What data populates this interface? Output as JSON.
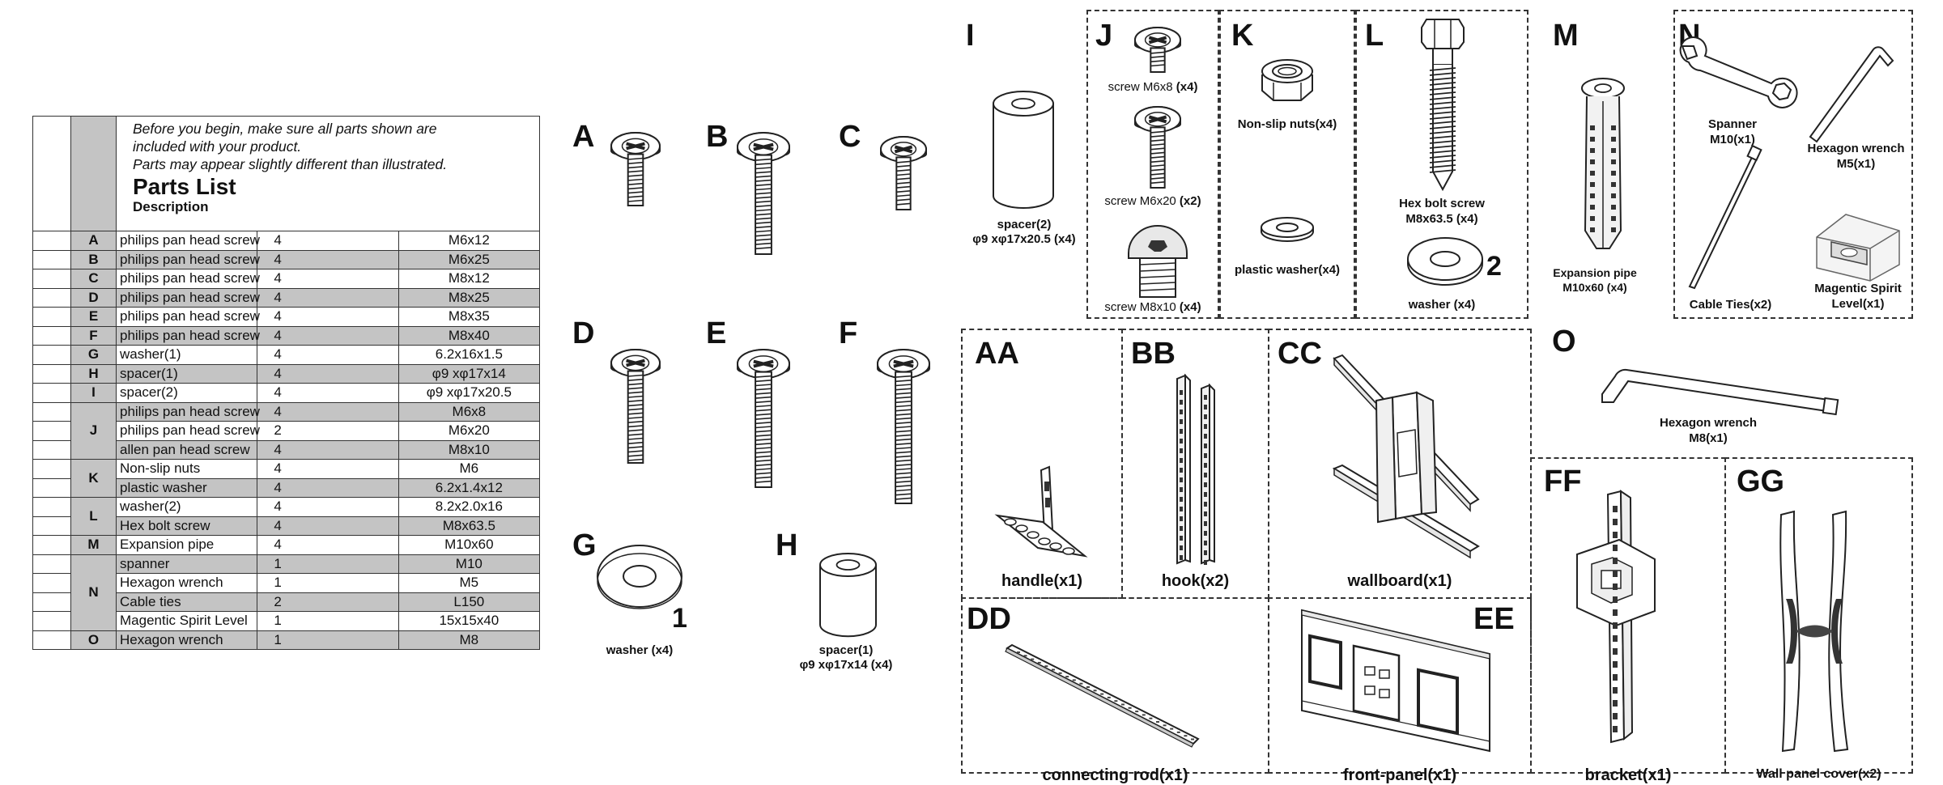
{
  "parts_list": {
    "intro_line1": "Before you begin, make sure all parts shown are",
    "intro_line2": "included with your product.",
    "intro_line3": "Parts may appear slightly different than illustrated.",
    "title": "Parts List",
    "subtitle": "Description",
    "rows": [
      {
        "group": "A",
        "desc": "philips pan head screw",
        "qty": "4",
        "spec": "M6x12"
      },
      {
        "group": "B",
        "desc": "philips pan head screw",
        "qty": "4",
        "spec": "M6x25"
      },
      {
        "group": "C",
        "desc": "philips pan head screw",
        "qty": "4",
        "spec": "M8x12"
      },
      {
        "group": "D",
        "desc": "philips pan head screw",
        "qty": "4",
        "spec": "M8x25"
      },
      {
        "group": "E",
        "desc": "philips pan head screw",
        "qty": "4",
        "spec": "M8x35"
      },
      {
        "group": "F",
        "desc": "philips pan head screw",
        "qty": "4",
        "spec": "M8x40"
      },
      {
        "group": "G",
        "desc": "washer(1)",
        "qty": "4",
        "spec": "6.2x16x1.5"
      },
      {
        "group": "H",
        "desc": "spacer(1)",
        "qty": "4",
        "spec": "φ9 xφ17x14"
      },
      {
        "group": "I",
        "desc": "spacer(2)",
        "qty": "4",
        "spec": "φ9 xφ17x20.5"
      },
      {
        "group": "J",
        "desc": "philips pan head screw",
        "qty": "4",
        "spec": "M6x8"
      },
      {
        "group": "",
        "desc": "philips pan head screw",
        "qty": "2",
        "spec": "M6x20"
      },
      {
        "group": "",
        "desc": "allen pan head screw",
        "qty": "4",
        "spec": "M8x10"
      },
      {
        "group": "K",
        "desc": "Non-slip nuts",
        "qty": "4",
        "spec": "M6"
      },
      {
        "group": "",
        "desc": "plastic washer",
        "qty": "4",
        "spec": "6.2x1.4x12"
      },
      {
        "group": "L",
        "desc": "washer(2)",
        "qty": "4",
        "spec": "8.2x2.0x16"
      },
      {
        "group": "",
        "desc": "Hex bolt screw",
        "qty": "4",
        "spec": "M8x63.5"
      },
      {
        "group": "M",
        "desc": "Expansion pipe",
        "qty": "4",
        "spec": "M10x60"
      },
      {
        "group": "N",
        "desc": "spanner",
        "qty": "1",
        "spec": "M10"
      },
      {
        "group": "",
        "desc": "Hexagon wrench",
        "qty": "1",
        "spec": "M5"
      },
      {
        "group": "",
        "desc": "Cable ties",
        "qty": "2",
        "spec": "L150"
      },
      {
        "group": "",
        "desc": "Magentic Spirit Level",
        "qty": "1",
        "spec": "15x15x40"
      },
      {
        "group": "O",
        "desc": "Hexagon wrench",
        "qty": "1",
        "spec": "M8"
      }
    ]
  },
  "parts": {
    "A": "A",
    "B": "B",
    "C": "C",
    "D": "D",
    "E": "E",
    "F": "F",
    "G": "G",
    "H": "H",
    "I": "I",
    "J": "J",
    "K": "K",
    "L": "L",
    "M": "M",
    "N": "N",
    "O": "O",
    "AA": "AA",
    "BB": "BB",
    "CC": "CC",
    "DD": "DD",
    "EE": "EE",
    "FF": "FF",
    "GG": "GG"
  },
  "captions": {
    "G": "washer (x4)",
    "G_num": "1",
    "H_1": "spacer(1)",
    "H_2": "φ9 xφ17x14 (x4)",
    "I_1": "spacer(2)",
    "I_2": "φ9 xφ17x20.5 (x4)",
    "J_1": "screw M6x8",
    "J_1q": " (x4)",
    "J_2": "screw M6x20",
    "J_2q": " (x2)",
    "J_3": "screw M8x10",
    "J_3q": " (x4)",
    "K_1": "Non-slip nuts(x4)",
    "K_2": "plastic washer(x4)",
    "L_1": "Hex bolt screw",
    "L_2": "M8x63.5 (x4)",
    "L_3": "washer (x4)",
    "L_num": "2",
    "M_1": "Expansion pipe",
    "M_2": "M10x60 (x4)",
    "N_1": "Spanner",
    "N_2": "M10(x1)",
    "N_3": "Hexagon wrench",
    "N_4": "M5(x1)",
    "N_5": "Cable Ties(x2)",
    "N_6": "Magentic Spirit",
    "N_7": "Level(x1)",
    "O_1": "Hexagon wrench",
    "O_2": "M8(x1)",
    "AA": "handle(x1)",
    "BB": "hook(x2)",
    "CC": "wallboard(x1)",
    "DD": "connecting rod(x1)",
    "EE": "front-panel(x1)",
    "FF": "bracket(x1)",
    "GG": "Wall panel cover(x2)"
  }
}
